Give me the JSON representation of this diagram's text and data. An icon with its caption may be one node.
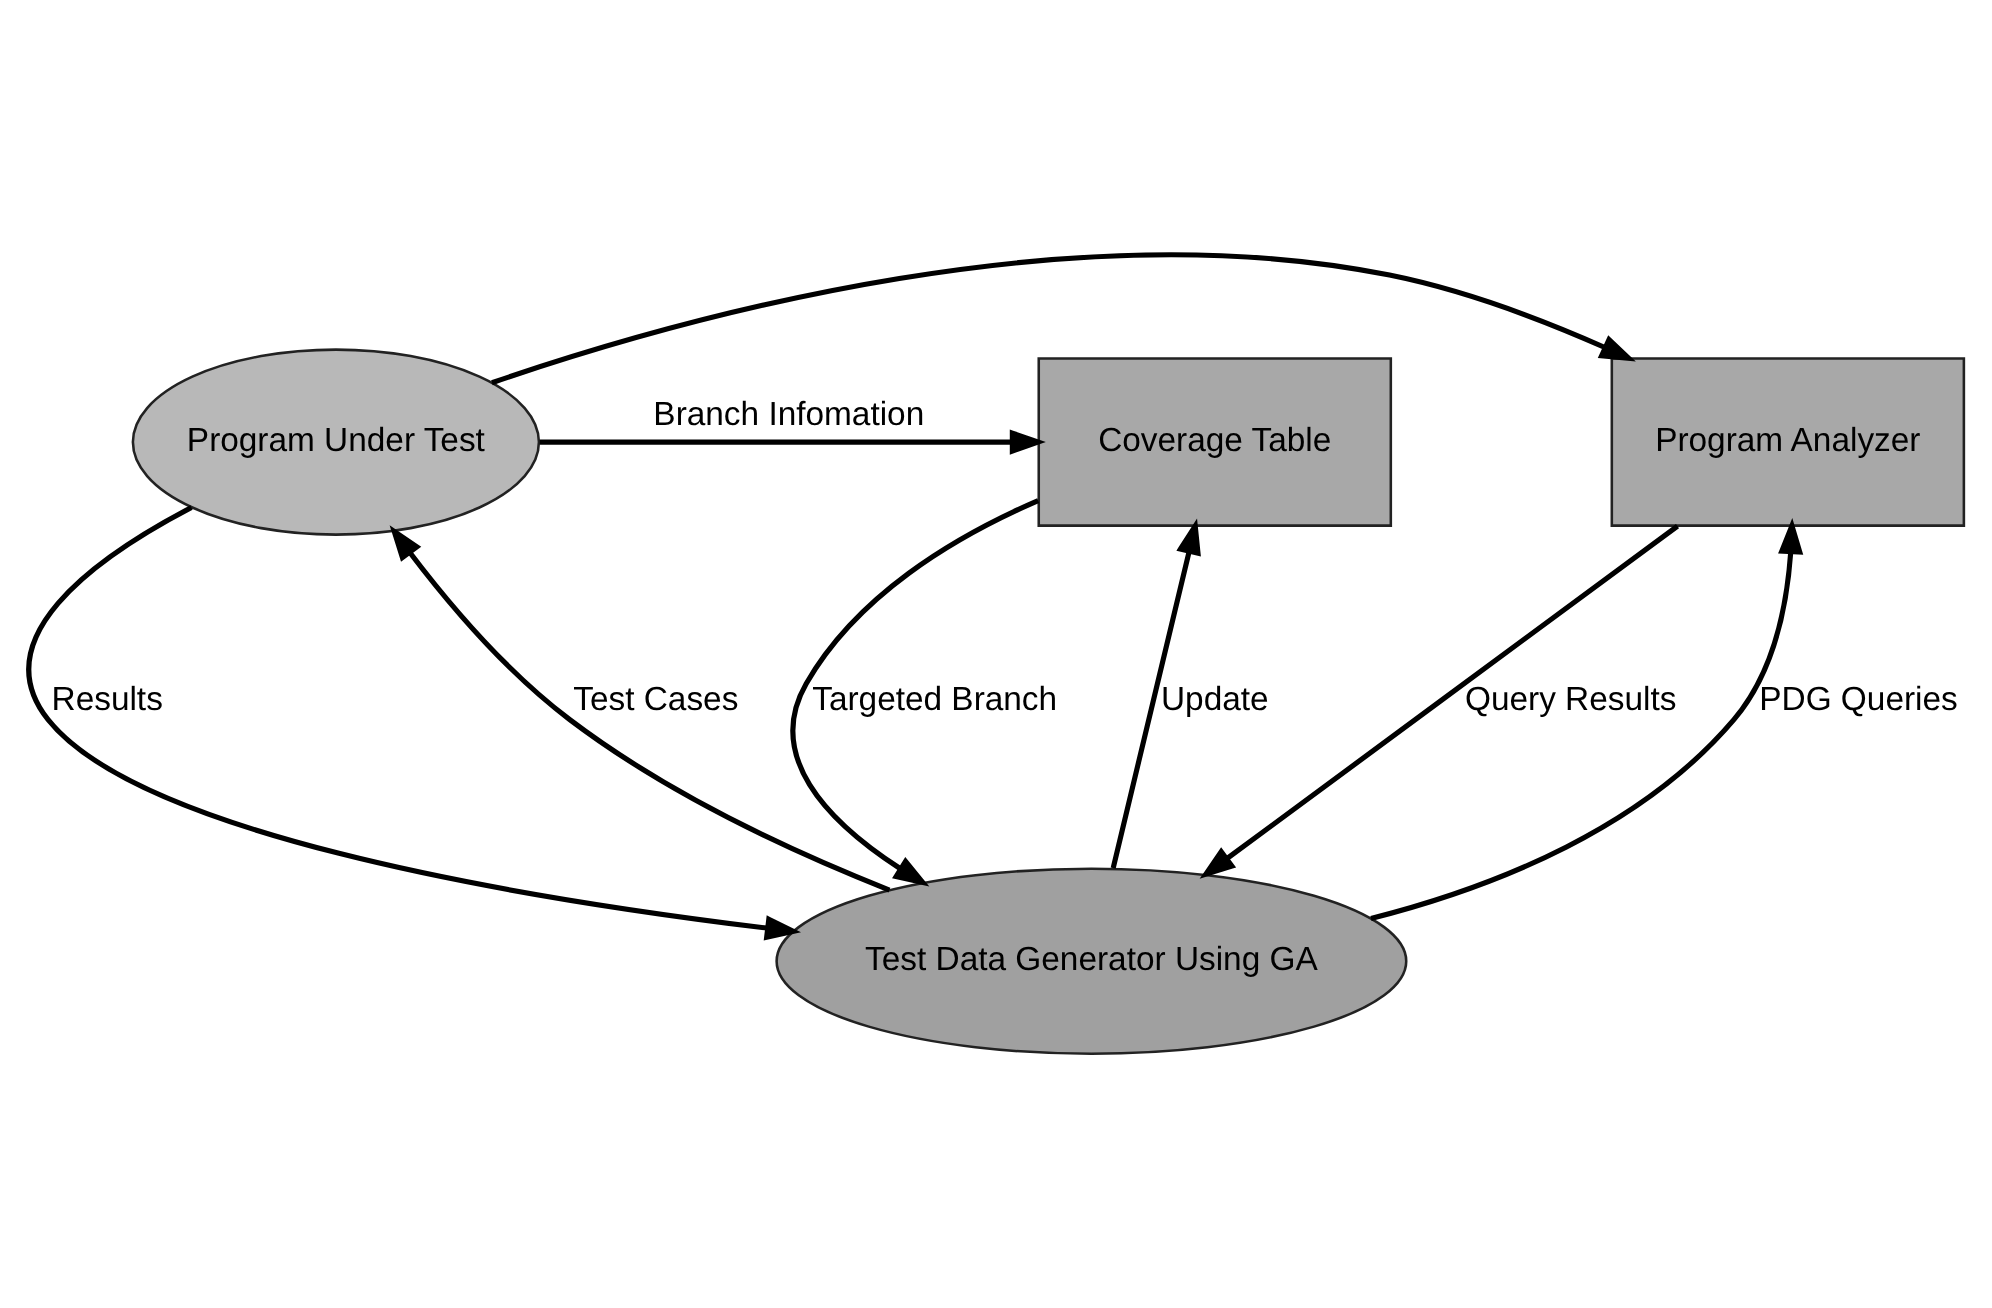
{
  "diagram": {
    "nodes": [
      {
        "text": [
          "Program Analyzer"
        ]
      },
      {
        "text": [
          "Program Under Test"
        ]
      },
      {
        "text": [
          "Coverage Table"
        ]
      },
      {
        "text": [
          "Test Data Generator Using GA"
        ]
      }
    ],
    "edges": [
      {
        "from": 1,
        "to": 0,
        "arrow": "to"
      },
      {
        "from": 0,
        "to": 3,
        "arrow": "to",
        "label": "Query Results"
      },
      {
        "from": 3,
        "to": 0,
        "arrow": "to",
        "label": "PDG Queries"
      },
      {
        "from": 1,
        "to": 3,
        "arrow": "to",
        "label": "Results"
      },
      {
        "from": 3,
        "to": 1,
        "arrow": "to",
        "label": "Test Cases"
      },
      {
        "from": 1,
        "to": 2,
        "arrow": "to",
        "label": "Branch Infomation"
      },
      {
        "from": 2,
        "to": 3,
        "arrow": "to",
        "label": "Targeted Branch"
      },
      {
        "from": 3,
        "to": 2,
        "arrow": "to",
        "label": "Update"
      }
    ]
  }
}
